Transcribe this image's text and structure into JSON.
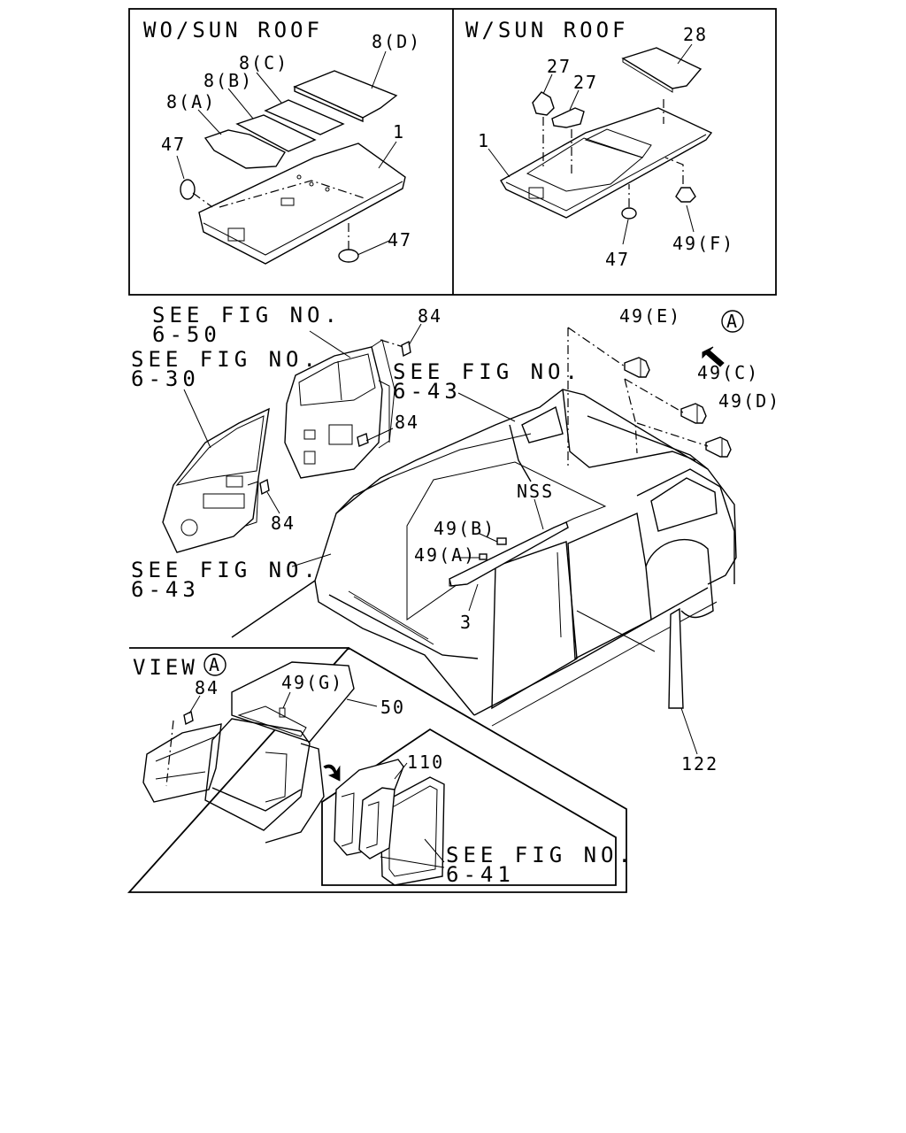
{
  "panels": {
    "wo_sunroof": {
      "title": "WO/SUN ROOF",
      "labels": {
        "part_8d": "8(D)",
        "part_8c": "8(C)",
        "part_8b": "8(B)",
        "part_8a": "8(A)",
        "part_47_clip": "47",
        "part_1": "1",
        "part_47_lower": "47"
      }
    },
    "w_sunroof": {
      "title": "W/SUN ROOF",
      "labels": {
        "part_28": "28",
        "part_27_left": "27",
        "part_27_right": "27",
        "part_1": "1",
        "part_47": "47",
        "part_49f": "49(F)"
      }
    },
    "view_a": {
      "title": "VIEW",
      "circle": "A",
      "labels": {
        "part_84": "84",
        "part_49g": "49(G)",
        "part_50": "50",
        "part_110": "110"
      },
      "see_fig_641": [
        "SEE FIG NO.",
        "6-41"
      ]
    }
  },
  "main": {
    "see_fig_650": [
      "SEE FIG NO.",
      "6-50"
    ],
    "see_fig_630": [
      "SEE FIG NO.",
      "6-30"
    ],
    "see_fig_643_top": [
      "SEE FIG NO.",
      "6-43"
    ],
    "see_fig_643_left": [
      "SEE FIG NO.",
      "6-43"
    ],
    "labels": {
      "part_84_top": "84",
      "part_84_mid": "84",
      "part_84_left": "84",
      "part_49e": "49(E)",
      "part_49c": "49(C)",
      "part_49d": "49(D)",
      "nss": "NSS",
      "part_49b": "49(B)",
      "part_49a": "49(A)",
      "part_3": "3",
      "part_122": "122"
    },
    "view_marker": "A"
  }
}
